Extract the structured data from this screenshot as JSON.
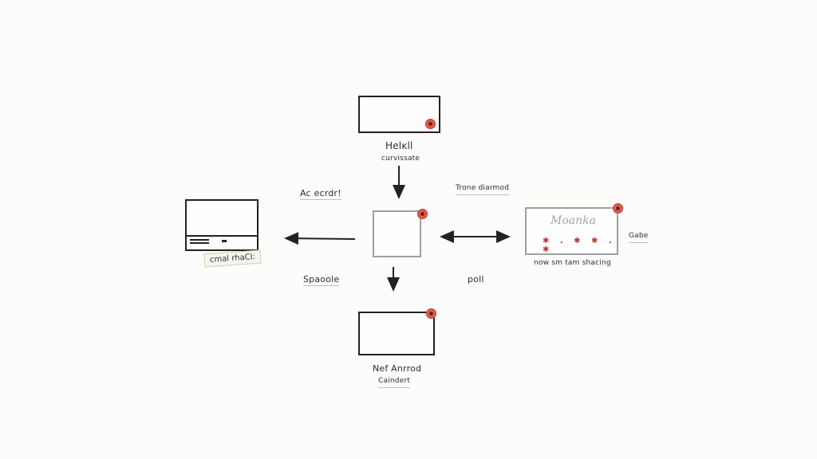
{
  "diagram": {
    "type": "hand-drawn-flow-wireframe",
    "accent_color": "#e0655a",
    "line_color": "#222222",
    "nodes": {
      "top": {
        "title": "Helĸll",
        "subtitle": "curvissate",
        "has_badge": true
      },
      "center": {
        "icon": "sketch-doodle-icon",
        "has_badge": true
      },
      "left": {
        "note": "cmal rhaCI:",
        "has_badge": false
      },
      "right": {
        "inner_text": "Moanka",
        "inner_marks": "✱ . ✱ ✱ . ✱",
        "caption": "now sm tam shacing",
        "side_label": "Gabe",
        "has_badge": true
      },
      "bottom": {
        "title": "Nef Anrrod",
        "subtitle": "Caindert",
        "has_badge": true
      }
    },
    "edges": [
      {
        "from": "top",
        "to": "center",
        "direction": "down",
        "label": ""
      },
      {
        "from": "center",
        "to": "left",
        "direction": "left",
        "label": "Ac ecrdr!"
      },
      {
        "from": "center",
        "to": "right",
        "direction": "bidirectional",
        "label": "Trone diarmod"
      },
      {
        "from": "center",
        "to": "bottom",
        "direction": "down",
        "label": ""
      }
    ],
    "edge_labels_extra": {
      "left_lower": "Spaoole",
      "right_lower": "poll"
    }
  }
}
